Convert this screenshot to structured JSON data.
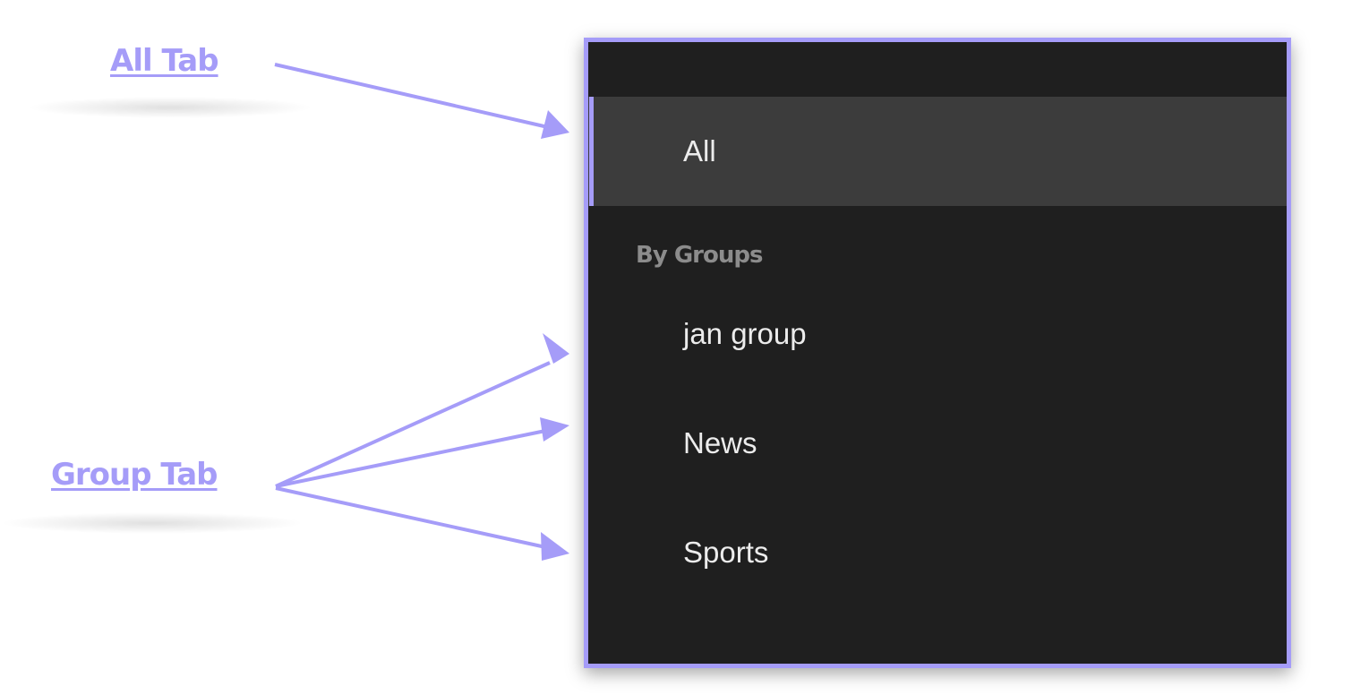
{
  "annotations": {
    "all_tab": "All Tab",
    "group_tab": "Group Tab",
    "color": "#a59cf8"
  },
  "sidebar": {
    "all_label": "All",
    "section_label": "By Groups",
    "groups": [
      {
        "label": "jan group"
      },
      {
        "label": "News"
      },
      {
        "label": "Sports"
      }
    ]
  }
}
